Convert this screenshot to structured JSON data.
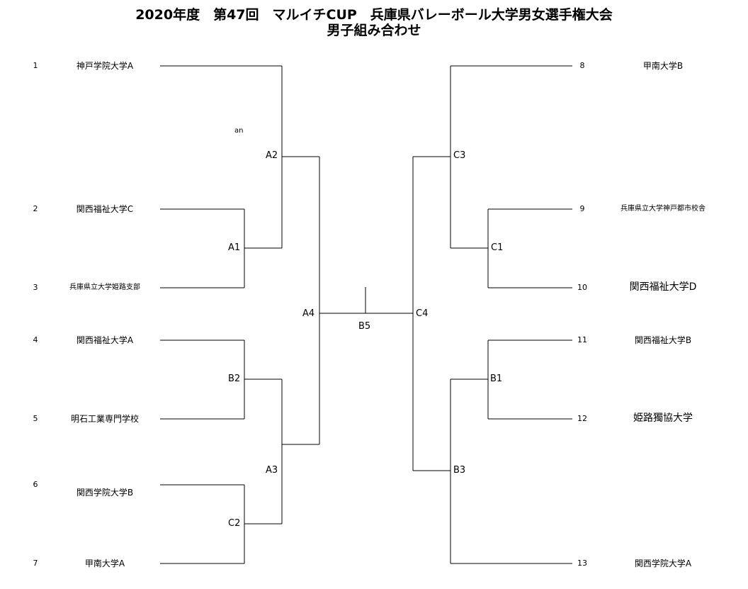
{
  "title": {
    "line1": "2020年度　第47回　マルイチCUP　兵庫県バレーボール大学男女選手権大会",
    "line2": "男子組み合わせ"
  },
  "left_teams": [
    {
      "seed": "1",
      "name": "神戸学院大学A"
    },
    {
      "seed": "2",
      "name": "関西福祉大学C"
    },
    {
      "seed": "3",
      "name": "兵庫県立大学姫路支部"
    },
    {
      "seed": "4",
      "name": "関西福祉大学A"
    },
    {
      "seed": "5",
      "name": "明石工業専門学校"
    },
    {
      "seed": "6",
      "name": "関西学院大学B"
    },
    {
      "seed": "7",
      "name": "甲南大学A"
    }
  ],
  "right_teams": [
    {
      "seed": "8",
      "name": "甲南大学B"
    },
    {
      "seed": "9",
      "name": "兵庫県立大学神戸都市校舎"
    },
    {
      "seed": "10",
      "name": "関西福祉大学D"
    },
    {
      "seed": "11",
      "name": "関西福祉大学B"
    },
    {
      "seed": "12",
      "name": "姫路獨協大学"
    },
    {
      "seed": "13",
      "name": "関西学院大学A"
    }
  ],
  "matches": {
    "A1": "A1",
    "A2": "A2",
    "A3": "A3",
    "A4": "A4",
    "B1": "B1",
    "B2": "B2",
    "B3": "B3",
    "B5": "B5",
    "C1": "C1",
    "C2": "C2",
    "C3": "C3",
    "C4": "C4"
  },
  "note": "an"
}
